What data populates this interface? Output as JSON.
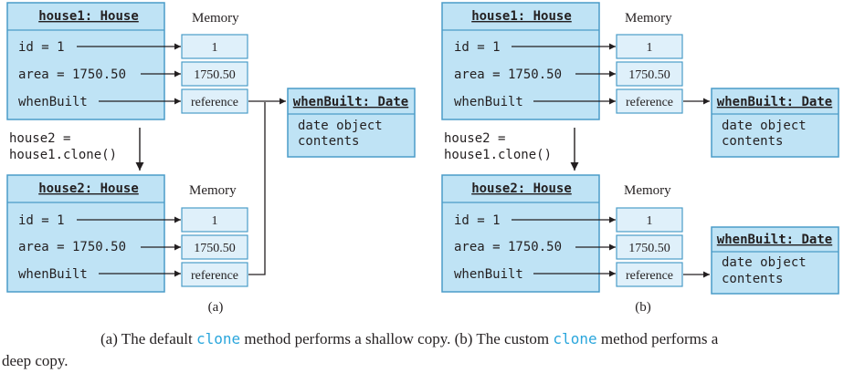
{
  "panels": [
    {
      "house1": {
        "title": "house1: House",
        "memory": "Memory",
        "rows": [
          {
            "label": "id = 1",
            "value": "1"
          },
          {
            "label": "area = 1750.50",
            "value": "1750.50"
          },
          {
            "label": "whenBuilt",
            "value": "reference"
          }
        ]
      },
      "clone_stmt": [
        "house2 =",
        "house1.clone()"
      ],
      "house2": {
        "title": "house2: House",
        "memory": "Memory",
        "rows": [
          {
            "label": "id = 1",
            "value": "1"
          },
          {
            "label": "area = 1750.50",
            "value": "1750.50"
          },
          {
            "label": "whenBuilt",
            "value": "reference"
          }
        ]
      },
      "dates": [
        {
          "title": "whenBuilt: Date",
          "body": [
            "date object",
            "contents"
          ]
        }
      ],
      "label": "(a)"
    },
    {
      "house1": {
        "title": "house1: House",
        "memory": "Memory",
        "rows": [
          {
            "label": "id = 1",
            "value": "1"
          },
          {
            "label": "area = 1750.50",
            "value": "1750.50"
          },
          {
            "label": "whenBuilt",
            "value": "reference"
          }
        ]
      },
      "clone_stmt": [
        "house2 =",
        "house1.clone()"
      ],
      "house2": {
        "title": "house2: House",
        "memory": "Memory",
        "rows": [
          {
            "label": "id = 1",
            "value": "1"
          },
          {
            "label": "area = 1750.50",
            "value": "1750.50"
          },
          {
            "label": "whenBuilt",
            "value": "reference"
          }
        ]
      },
      "dates": [
        {
          "title": "whenBuilt: Date",
          "body": [
            "date object",
            "contents"
          ]
        },
        {
          "title": "whenBuilt: Date",
          "body": [
            "date object",
            "contents"
          ]
        }
      ],
      "label": "(b)"
    }
  ],
  "caption": {
    "part1": "(a) The default ",
    "kw1": "clone",
    "part2": " method performs a shallow copy. (b) The custom ",
    "kw2": "clone",
    "part3": " method performs a",
    "part4": "deep copy."
  },
  "colors": {
    "box_fill": "#bfe3f5",
    "box_stroke": "#4a9cc8",
    "cell_fill": "#dff0fa",
    "line": "#231f20",
    "keyword": "#2aa6dc"
  }
}
